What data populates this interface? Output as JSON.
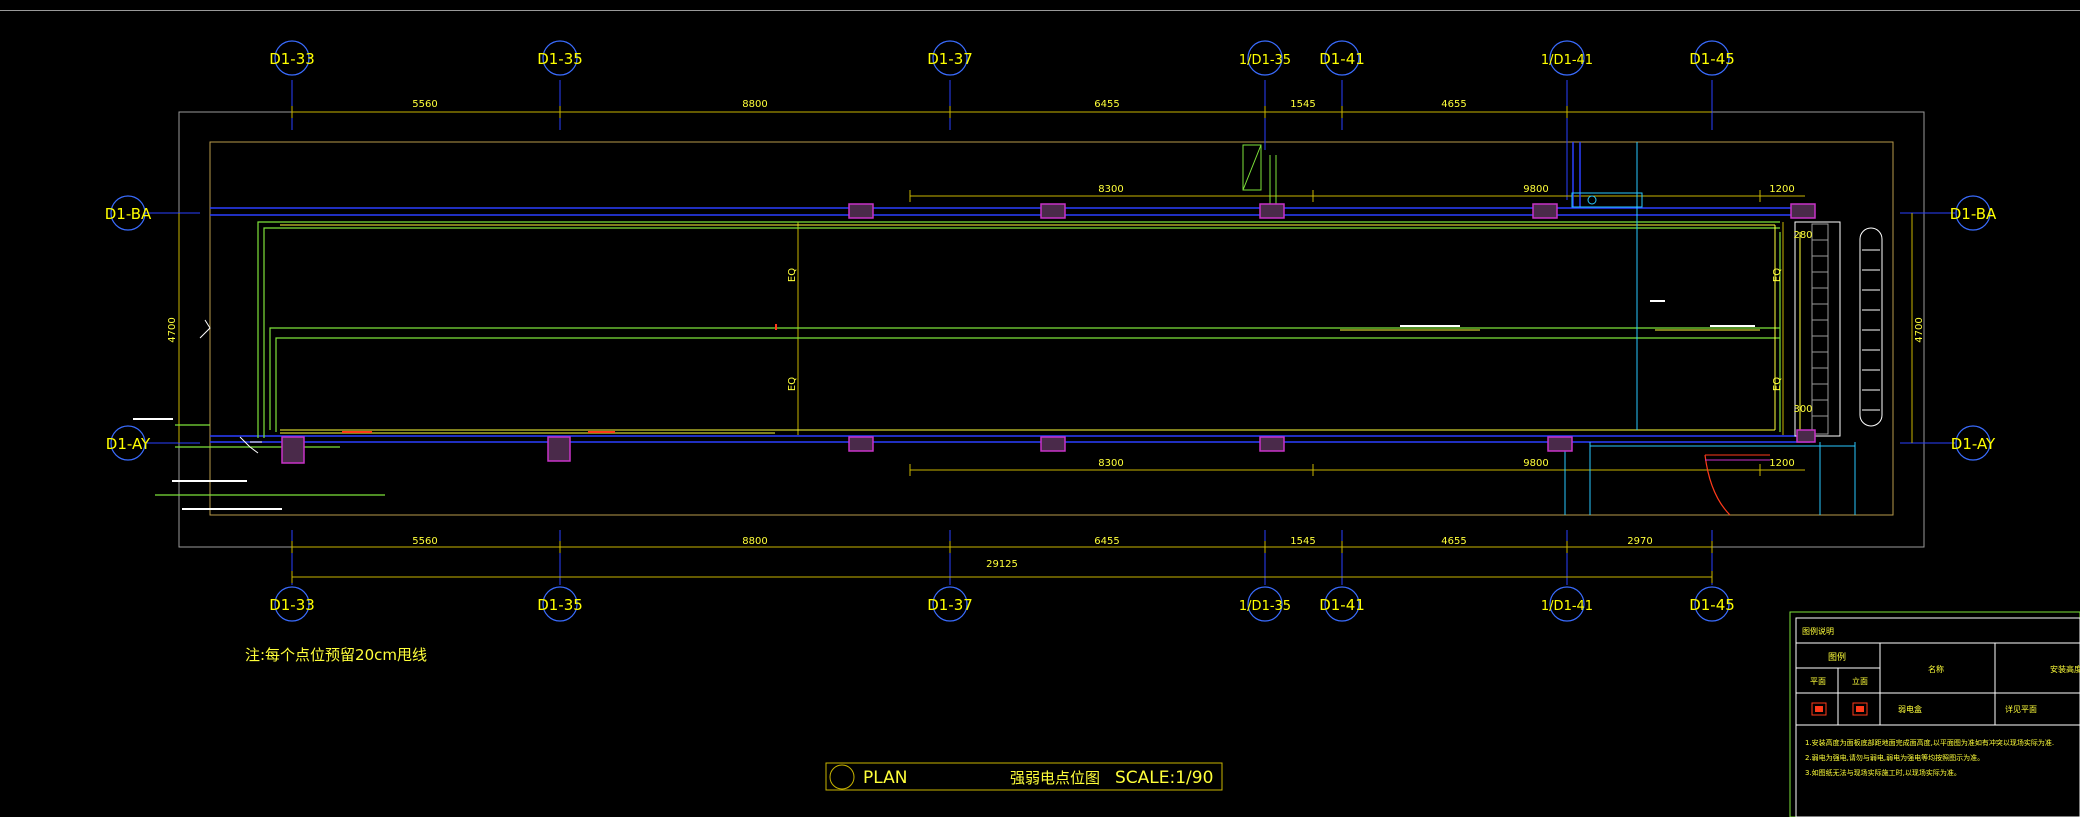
{
  "axes": {
    "vertical": [
      "D1-33",
      "D1-35",
      "D1-37",
      "1/D1-35",
      "D1-41",
      "1/D1-41",
      "D1-45"
    ],
    "horizontal": [
      "D1-BA",
      "D1-AY"
    ]
  },
  "dimensions": {
    "top_row": [
      "5560",
      "8800",
      "6455",
      "1545",
      "4655"
    ],
    "bottom_row": [
      "5560",
      "8800",
      "6455",
      "1545",
      "4655",
      "2970"
    ],
    "bottom_total": "29125",
    "left_vertical": "4700",
    "right_vertical": "4700",
    "inner_top": [
      "8300",
      "9800",
      "1200"
    ],
    "inner_bottom": [
      "8300",
      "9800",
      "1200"
    ],
    "inner_vertical": [
      "EQ",
      "EQ",
      "EQ",
      "EQ"
    ],
    "right_small": [
      "280",
      "300"
    ]
  },
  "note": "注:每个点位预留20cm甩线",
  "title_block": {
    "plan": "PLAN",
    "name": "强弱电点位图",
    "scale": "SCALE:1/90"
  },
  "legend": {
    "title": "图例说明",
    "header_symbol": "图例",
    "header_plan": "平面",
    "header_elev": "立面",
    "header_name": "名称",
    "header_height": "安装高度",
    "row_name": "弱电盒",
    "row_value": "详见平面",
    "notes": [
      "1.安装高度为面板底部距地面完成面高度,以平面图为准如有冲突以现场实际为准.",
      "2.弱电为强电,请勿与弱电,弱电为强电等均按照图示为准。",
      "3.如图纸无法与现场实际施工时,以现场实际为准。"
    ]
  },
  "colors": {
    "bg": "#000000",
    "axis_circle": "#3a6cff",
    "axis_text": "#ffff00",
    "dim_line": "#c8b400",
    "wall_blue": "#2a3fff",
    "green": "#7ee33a",
    "yellow": "#ffff3a",
    "magenta": "#c832c8",
    "red": "#ff3a1a",
    "cyan": "#28c8ff",
    "white": "#ffffff",
    "gray": "#9a9a9a"
  }
}
